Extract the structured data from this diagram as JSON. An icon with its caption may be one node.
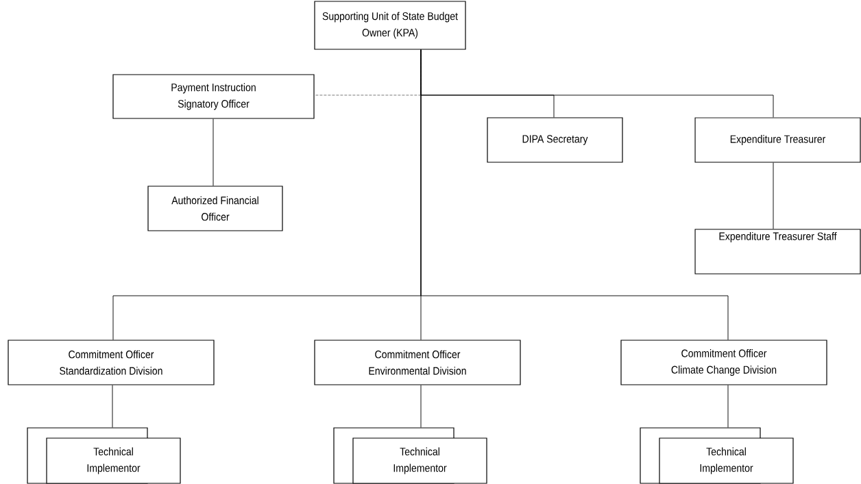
{
  "diagram": {
    "nodes": [
      {
        "text": [
          "Supporting Unit of State Budget Owner (KPA)"
        ]
      },
      {
        "text": [
          "Payment Instruction Signatory Officer"
        ]
      },
      {
        "text": [
          "Authorized Financial Officer"
        ]
      },
      {
        "text": [
          "DIPA Secretary"
        ]
      },
      {
        "text": [
          "Expenditure Treasurer"
        ]
      },
      {
        "text": [
          "Expenditure Treasurer Staff"
        ]
      },
      {
        "text": [
          "Commitment Officer",
          "Standardization Division"
        ]
      },
      {
        "text": [
          "Commitment Officer",
          "Environmental Division"
        ]
      },
      {
        "text": [
          "Commitment Officer",
          "Climate Change Division"
        ]
      },
      {
        "text": [],
        "shape": "box"
      },
      {
        "text": [
          "Technical Implementor"
        ]
      },
      {
        "text": [],
        "shape": "box"
      },
      {
        "text": [
          "Technical Implementor"
        ]
      },
      {
        "text": [],
        "shape": "box"
      },
      {
        "text": [
          "Technical Implementor"
        ]
      }
    ],
    "edges": [
      {
        "from": 0,
        "to": 1,
        "arrow": "none",
        "style": "dashed"
      },
      {
        "from": 0,
        "to": 3,
        "arrow": "none"
      },
      {
        "from": 0,
        "to": 4,
        "arrow": "none"
      },
      {
        "from": 1,
        "to": 2,
        "arrow": "none"
      },
      {
        "from": 4,
        "to": 5,
        "arrow": "none"
      },
      {
        "from": 0,
        "to": 6,
        "arrow": "none"
      },
      {
        "from": 0,
        "to": 7,
        "arrow": "none"
      },
      {
        "from": 0,
        "to": 8,
        "arrow": "none"
      },
      {
        "from": 6,
        "to": 9,
        "arrow": "none"
      },
      {
        "from": 7,
        "to": 11,
        "arrow": "none"
      },
      {
        "from": 8,
        "to": 13,
        "arrow": "none"
      }
    ]
  }
}
